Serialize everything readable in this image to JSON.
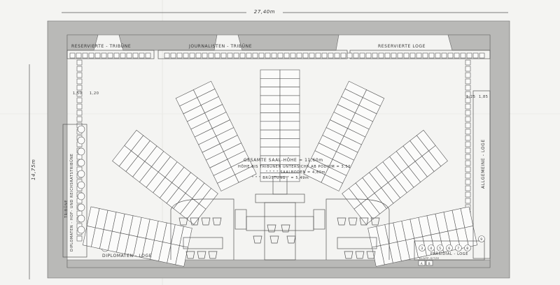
{
  "title": "Sitzungssaal Grundriss",
  "dimensions": {
    "width": "27,40m",
    "depth": "14,75m",
    "aisle_left_a": "1,50",
    "aisle_left_b": "1,20",
    "aisle_right_a": "1,25",
    "aisle_right_b": "1,85"
  },
  "labels": {
    "reserved_tribune": "RESERVIERTE - TRIBÜNE",
    "journalist_tribune": "JOURNALISTEN - TRIBÜNE",
    "reserved_box": "RESERVIERTE LOGE",
    "general_box": "ALLGEMEINE - LOGE",
    "diplomat_tribune": "DIPLOMATEN - HOF- UND REICHSRATSTRIBÜNE",
    "diplomat_tribune_top": "TRIBÜNE",
    "diplomat_box": "DIPLOMATEN - LOGE",
    "presidial_box": "PRÄSIDIAL - LOGE",
    "folding_seats": "KLAPP-SITZE"
  },
  "notes": [
    "GESAMTE SAAL-HÖHE = 11,60m",
    "HÖHE BIS TRIBÜNEN UNTERSICHT AB PODIUM = 3,50",
    "\" \" \" \" SAALBODEN = 4,80m",
    "\" \" \" BRÜSTUNG \" = 5,49m"
  ],
  "presidial_seat_numbers": [
    "3",
    "4",
    "5",
    "6",
    "7",
    "8",
    "9"
  ],
  "folding_seat_numbers": [
    "A",
    "B"
  ],
  "colors": {
    "paper": "#f4f4f2",
    "wall": "#b9b9b7",
    "ink": "#555555"
  }
}
